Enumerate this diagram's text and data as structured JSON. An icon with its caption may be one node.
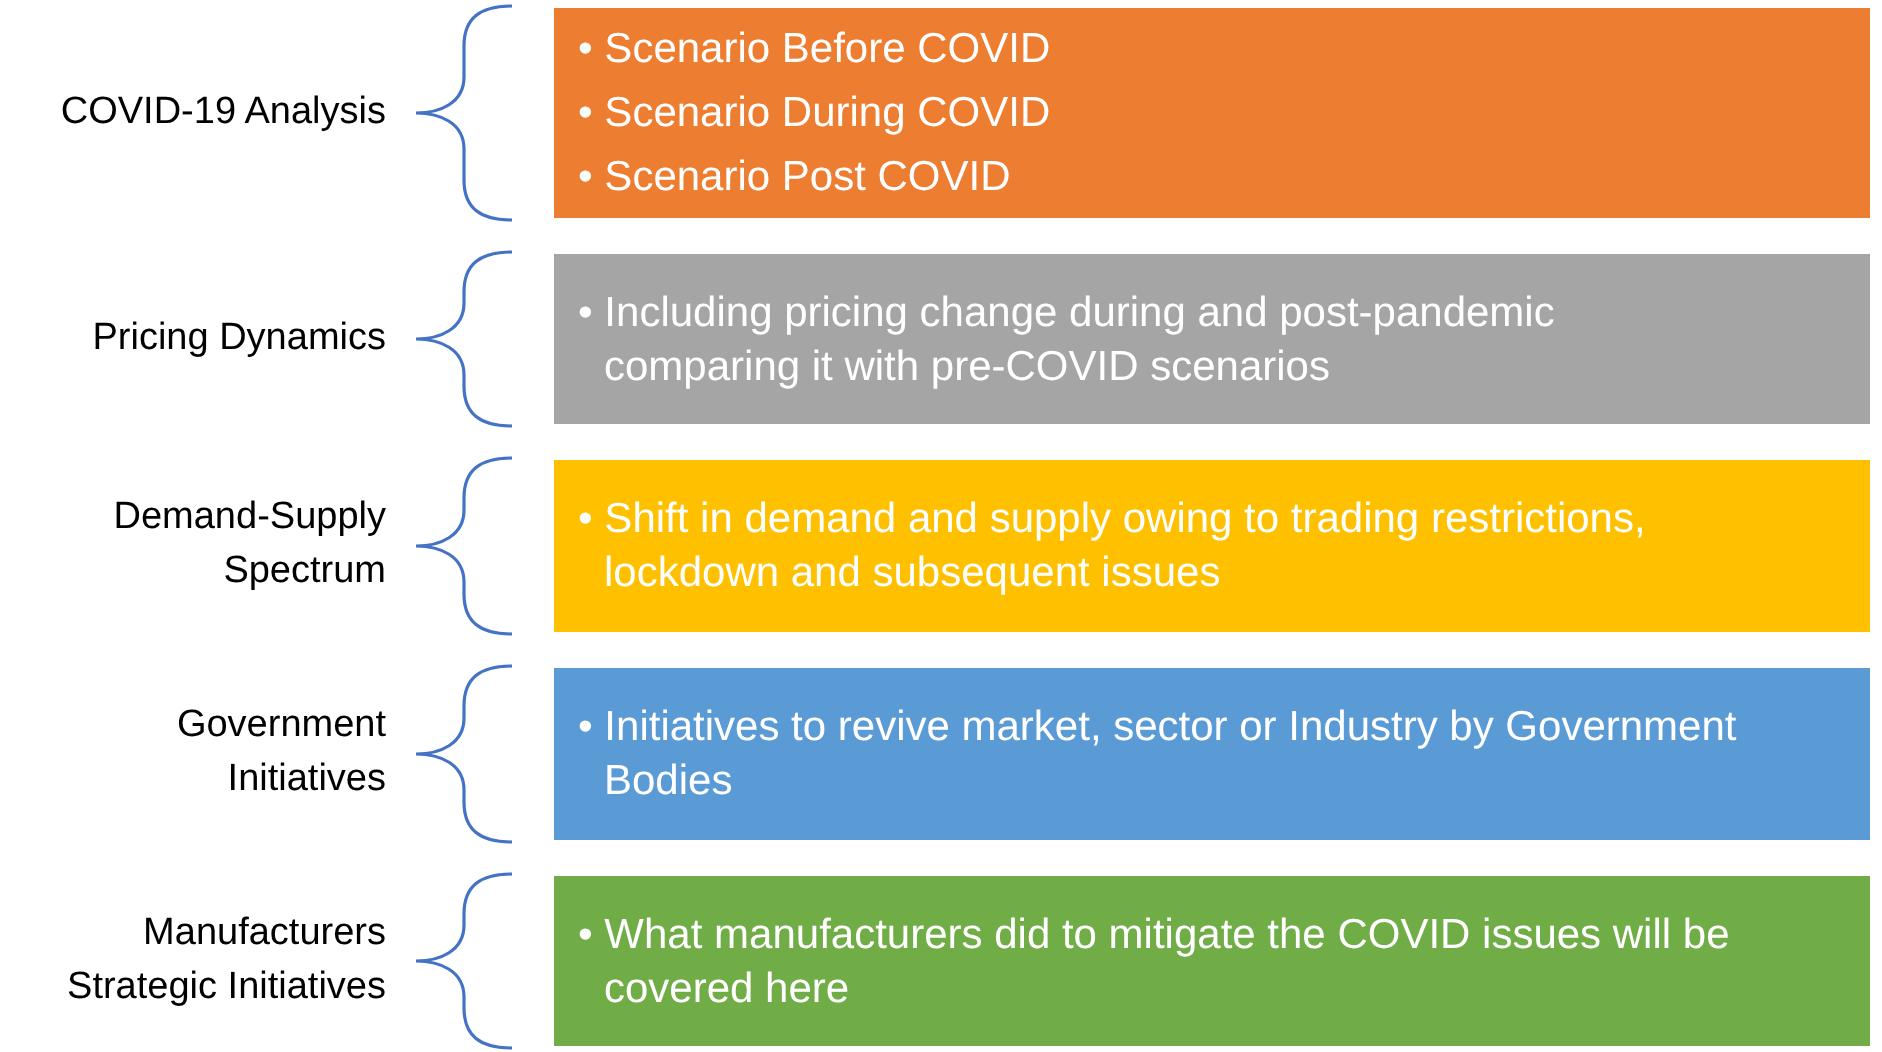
{
  "diagram": {
    "nodes": [
      {
        "text": [
          "• Scenario Before COVID",
          "• Scenario During COVID",
          "• Scenario Post COVID"
        ]
      },
      {
        "text": [
          "• Including pricing change during and post-pandemic comparing it with pre-COVID scenarios"
        ]
      },
      {
        "text": [
          "• Shift in demand and supply owing to trading restrictions, lockdown and subsequent issues"
        ]
      },
      {
        "text": [
          "• Initiatives to revive market, sector or Industry by Government Bodies"
        ]
      },
      {
        "text": [
          "• What manufacturers did to mitigate the COVID issues will be covered here"
        ]
      }
    ],
    "labels": [
      "COVID-19 Analysis",
      "Pricing Dynamics",
      "Demand-Supply Spectrum",
      "Government Initiatives",
      "Manufacturers Strategic Initiatives"
    ]
  }
}
